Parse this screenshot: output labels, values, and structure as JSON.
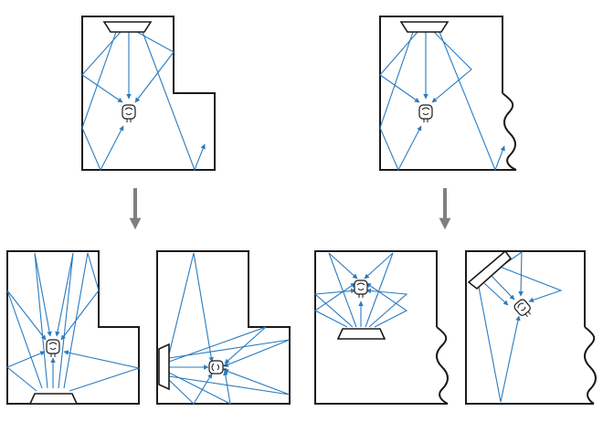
{
  "colors": {
    "ray": "#2a7bc0",
    "wall": "#1a1a1a",
    "step_arrow": "#7f7f7f",
    "background": "#ffffff"
  },
  "icons": {
    "listener": "listener-icon",
    "speaker": "soundbar-icon",
    "flow": "down-arrow-icon"
  },
  "diagram": {
    "left_group": {
      "top_room": {
        "corner_wall": "closed",
        "soundbar": "ceiling-wall"
      },
      "bottom_rooms": [
        "soundbar-on-floor-wall",
        "soundbar-on-left-wall"
      ]
    },
    "right_group": {
      "top_room": {
        "corner_wall": "open-wavy",
        "soundbar": "ceiling-wall"
      },
      "bottom_rooms": [
        "soundbar-facing-up-in-alcove",
        "soundbar-angled-in-corner"
      ]
    }
  }
}
